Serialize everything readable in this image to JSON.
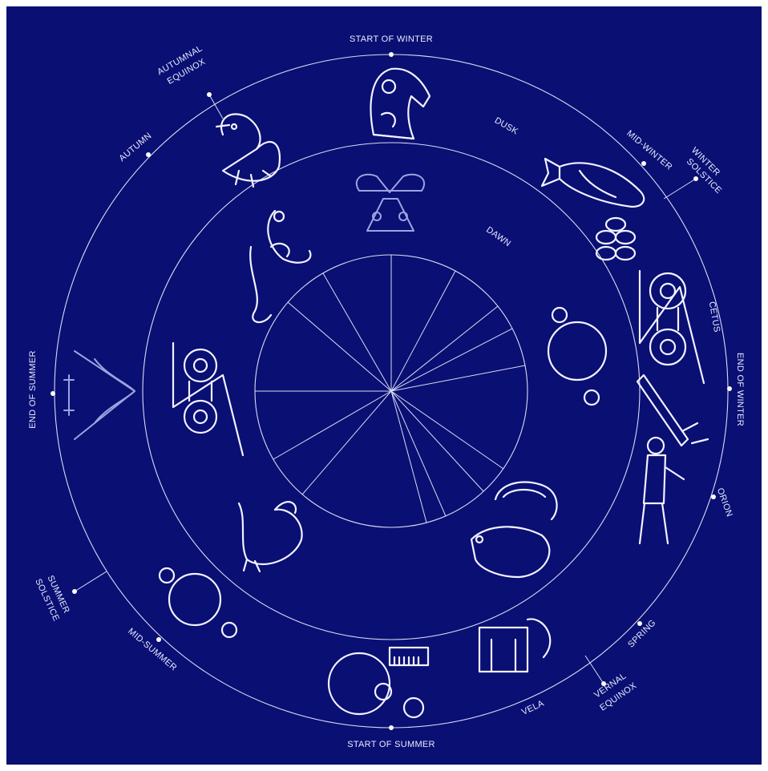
{
  "colors": {
    "background": "#0a0f73",
    "line": "#d8dbf2",
    "artwork": "#f2f2ff"
  },
  "labels": {
    "start_of_winter": "START OF WINTER",
    "autumnal_equinox_1": "AUTUMNAL",
    "autumnal_equinox_2": "EQUINOX",
    "autumn": "AUTUMN",
    "dusk": "DUSK",
    "dawn": "DAWN",
    "mid_winter": "MID-WINTER",
    "winter_solstice_1": "WINTER",
    "winter_solstice_2": "SOLSTICE",
    "cetus": "CETUS",
    "end_of_winter": "END OF WINTER",
    "orion": "ORION",
    "spring": "SPRING",
    "vernal_equinox_1": "VERNAL",
    "vernal_equinox_2": "EQUINOX",
    "vela": "VELA",
    "start_of_summer": "START OF SUMMER",
    "mid_summer": "MID-SUMMER",
    "summer_solstice_1": "SUMMER",
    "summer_solstice_2": "SOLSTICE",
    "end_of_summer": "END OF SUMMER"
  },
  "icons": [
    "horse-head-symbol-icon",
    "goose-symbol-icon",
    "fish-symbol-icon",
    "triple-disc-symbol-icon",
    "double-disc-z-rod-symbol-icon",
    "sword-symbol-icon",
    "hunter-figure-symbol-icon",
    "bird-crescent-symbol-icon",
    "comb-mirror-symbol-icon",
    "tuning-fork-mirror-symbol-icon",
    "swan-symbol-icon",
    "mirror-symbol-icon",
    "crescent-v-rod-symbol-icon",
    "beast-symbol-icon",
    "pictish-beast-symbol-icon"
  ]
}
